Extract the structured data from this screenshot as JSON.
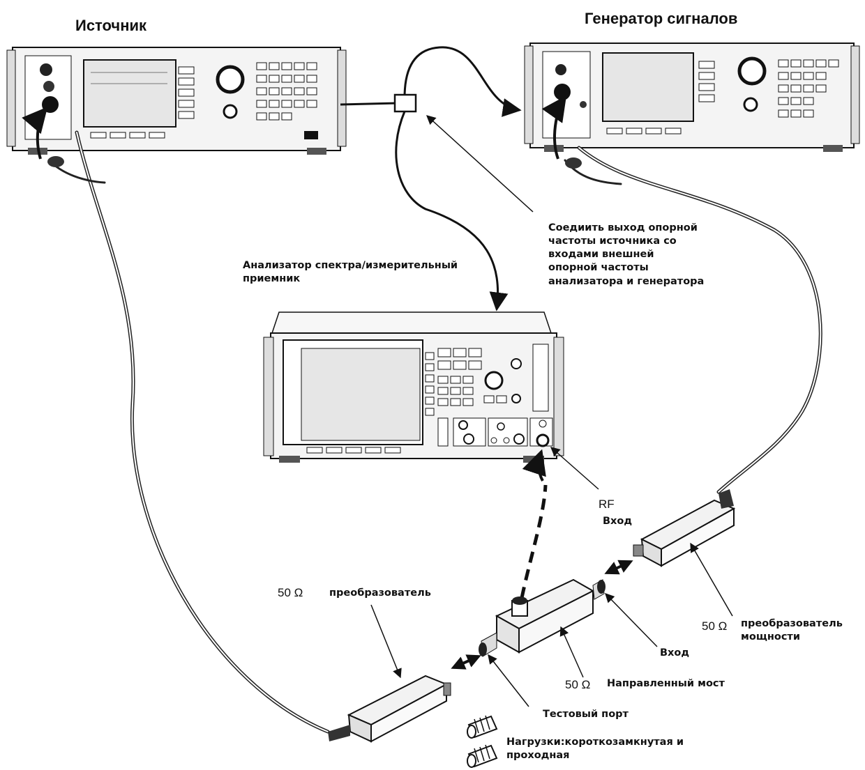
{
  "labels": {
    "source_title": "Источник",
    "generator_title": "Генератор сигналов",
    "analyzer_caption": "Анализатор спектра/измерительный\nприемник",
    "reference_note": "Соедиить выход опорной\nчастоты источника со\nвходами внешней\nопорной частоты\nанализатора и генератора",
    "rf_input_prefix": "RF",
    "rf_input": "Вход",
    "left_converter_ohm": "50 Ω",
    "left_converter": "преобразователь",
    "power_converter_ohm": "50 Ω",
    "power_converter": "преобразователь\nмощности",
    "bridge_input": "Вход",
    "bridge_ohm": "50 Ω",
    "bridge": "Направленный мост",
    "test_port": "Тестовый порт",
    "loads": "Нагрузки:короткозамкнутая  и\nпроходная"
  },
  "colors": {
    "line": "#111111",
    "device_fill": "#f4f4f4",
    "screen_fill": "#e6e6e6",
    "cable": "#222222"
  }
}
